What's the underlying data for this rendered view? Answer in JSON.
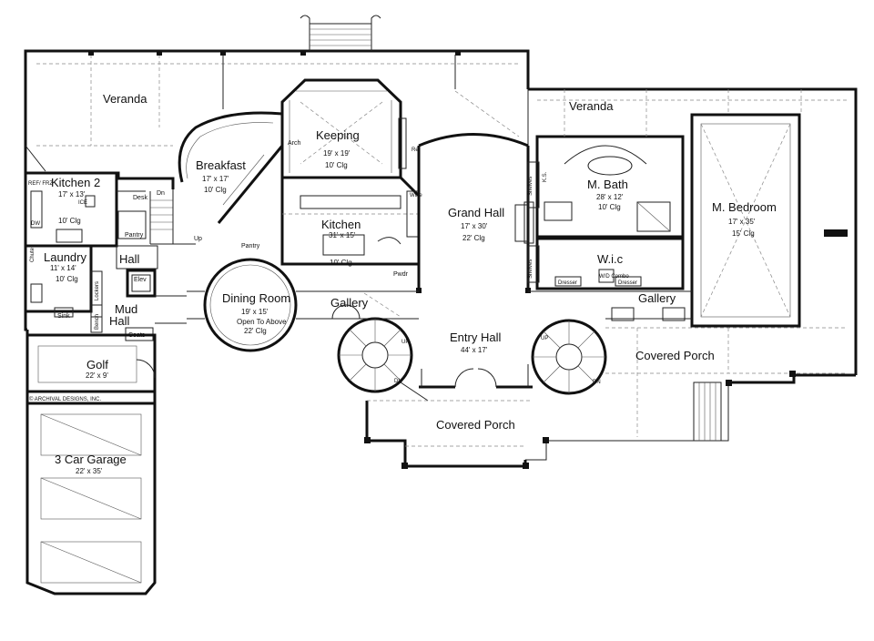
{
  "rooms": {
    "veranda_left": {
      "name": "Veranda"
    },
    "kitchen2": {
      "name": "Kitchen 2",
      "dim": "17' x 13'",
      "clg": "10' Clg"
    },
    "breakfast": {
      "name": "Breakfast",
      "dim": "17' x 17'",
      "clg": "10' Clg"
    },
    "keeping": {
      "name": "Keeping",
      "dim": "19' x 19'",
      "clg": "10' Clg"
    },
    "kitchen": {
      "name": "Kitchen",
      "dim": "31' x 15'",
      "clg": "10' Clg"
    },
    "laundry": {
      "name": "Laundry",
      "dim": "11' x 14'",
      "clg": "10' Clg"
    },
    "hall": {
      "name": "Hall"
    },
    "mud_hall": {
      "name1": "Mud",
      "name2": "Hall"
    },
    "dining": {
      "name": "Dining Room",
      "dim": "19' x 15'",
      "note": "Open To Above",
      "clg": "22' Clg"
    },
    "gallery_center": {
      "name": "Gallery"
    },
    "grand_hall": {
      "name": "Grand Hall",
      "dim": "17' x 30'",
      "clg": "22' Clg"
    },
    "entry_hall": {
      "name": "Entry Hall",
      "dim": "44' x 17'"
    },
    "veranda_right": {
      "name": "Veranda"
    },
    "m_bath": {
      "name": "M. Bath",
      "dim": "28' x 12'",
      "clg": "10' Clg"
    },
    "m_bedroom": {
      "name": "M. Bedroom",
      "dim": "17' x 35'",
      "clg": "15' Clg"
    },
    "wic": {
      "name": "W.i.c"
    },
    "gallery_right": {
      "name": "Gallery"
    },
    "covered_porch_right": {
      "name": "Covered Porch"
    },
    "covered_porch_front": {
      "name": "Covered Porch"
    },
    "golf": {
      "name": "Golf",
      "dim": "22' x 9'"
    },
    "garage": {
      "name": "3 Car Garage",
      "dim": "22' x 35'"
    }
  },
  "labels": {
    "desk": "Desk",
    "dn": "Dn",
    "up": "Up",
    "pantry1": "Pantry",
    "pantry2": "Pantry",
    "arch": "Arch",
    "elev": "Elev",
    "lockers": "Lockers",
    "bench": "Bench",
    "coats": "Coats",
    "sink": "Sink",
    "pwdr": "Pwdr",
    "wine": "Wine",
    "ref": "Ref",
    "ref_frz": "REF/ FRZ",
    "dw": "DW",
    "ice": "ICE",
    "chute": "Chute",
    "ks": "K.S.",
    "shelves1": "Shelves",
    "shelves2": "Shelves",
    "wd_combo": "W/D Combo",
    "dresser1": "Dresser",
    "dresser2": "Dresser",
    "up_left": "UP",
    "dn_left": "DN",
    "up_right": "UP",
    "dn_right": "DN",
    "copyright": "© ARCHIVAL DESIGNS, INC."
  }
}
